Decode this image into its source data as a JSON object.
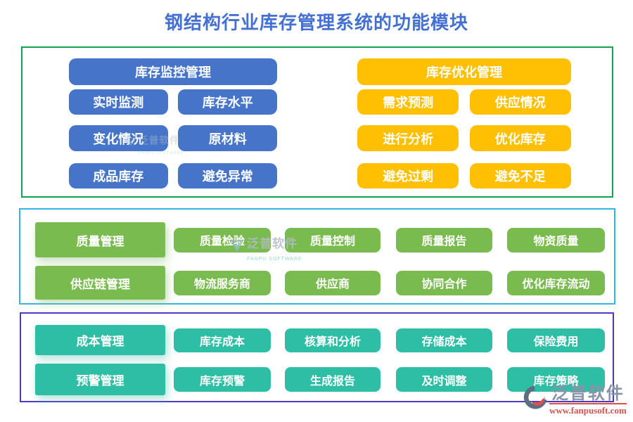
{
  "title": "钢结构行业库存管理系统的功能模块",
  "sections": [
    {
      "groups": [
        {
          "header": "库存监控管理",
          "items": [
            "实时监测",
            "库存水平",
            "变化情况",
            "原材料",
            "成品库存",
            "避免异常"
          ]
        },
        {
          "header": "库存优化管理",
          "items": [
            "需求预测",
            "供应情况",
            "进行分析",
            "优化库存",
            "避免过剩",
            "避免不足"
          ]
        }
      ]
    },
    {
      "rows": [
        {
          "header": "质量管理",
          "items": [
            "质量检验",
            "质量控制",
            "质量报告",
            "物资质量"
          ]
        },
        {
          "header": "供应链管理",
          "items": [
            "物流服务商",
            "供应商",
            "协同合作",
            "优化库存流动"
          ]
        }
      ]
    },
    {
      "rows": [
        {
          "header": "成本管理",
          "items": [
            "库存成本",
            "核算和分析",
            "存储成本",
            "保险费用"
          ]
        },
        {
          "header": "预警管理",
          "items": [
            "库存预警",
            "生成报告",
            "及时调整",
            "库存策略"
          ]
        }
      ]
    }
  ],
  "watermark": {
    "brand": "泛普软件",
    "brand_en": "FANPU SOFTWARE",
    "url": "www.fanpusoft.com"
  },
  "colors": {
    "title": "#4470d2",
    "blue_module": "#4574c9",
    "yellow_module": "#ffc003",
    "green_module": "#7abb4f",
    "teal_module": "#2ebea6",
    "box1_border": "#0ca651",
    "box2_border": "#33b5e5",
    "box3_border": "#4a3ac6",
    "brand_gray": "#8793a8",
    "brand_red": "#d8514a"
  }
}
